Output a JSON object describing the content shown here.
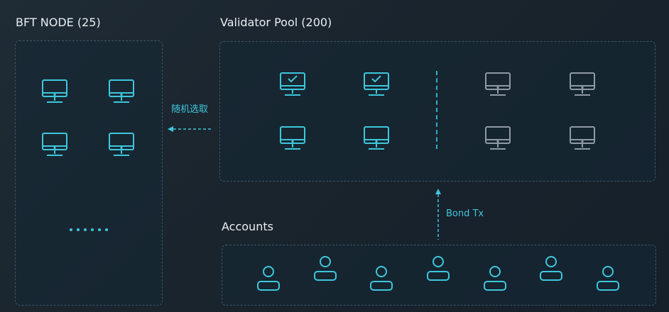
{
  "bft": {
    "title": "BFT NODE (25)"
  },
  "pool": {
    "title": "Validator Pool (200)"
  },
  "accounts": {
    "title": "Accounts"
  },
  "edges": {
    "random_select": "随机选取",
    "bond_tx": "Bond Tx"
  },
  "colors": {
    "accent": "#3ec6dc",
    "inactive": "#8e9aa3",
    "panel_border": "#3c5363"
  },
  "icons": {
    "node": "monitor-icon",
    "validated": "monitor-check-icon",
    "account": "user-icon",
    "more": "ellipsis-icon"
  }
}
